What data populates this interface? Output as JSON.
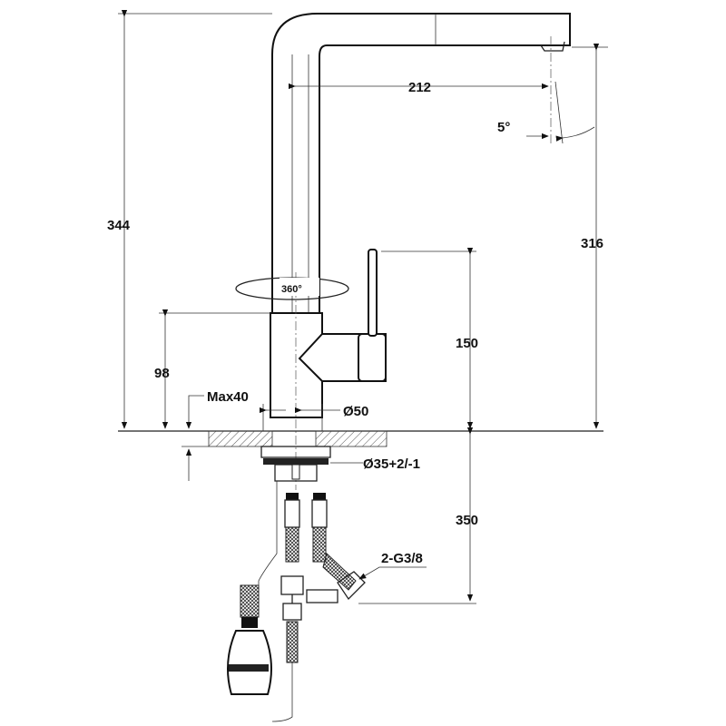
{
  "drawing": {
    "title": "Pull-out kitchen faucet dimension drawing",
    "dimensions": {
      "total_height": "344",
      "spout_reach": "212",
      "spout_angle": "5°",
      "spout_height": "316",
      "rotation": "360°",
      "lever_height": "150",
      "body_height": "98",
      "max_counter": "Max40",
      "base_diameter": "Ø50",
      "hole_diameter": "Ø35+2/-1",
      "hose_length": "350",
      "connection": "2-G3/8"
    },
    "colors": {
      "line": "#111111",
      "hatch": "#555555"
    }
  }
}
